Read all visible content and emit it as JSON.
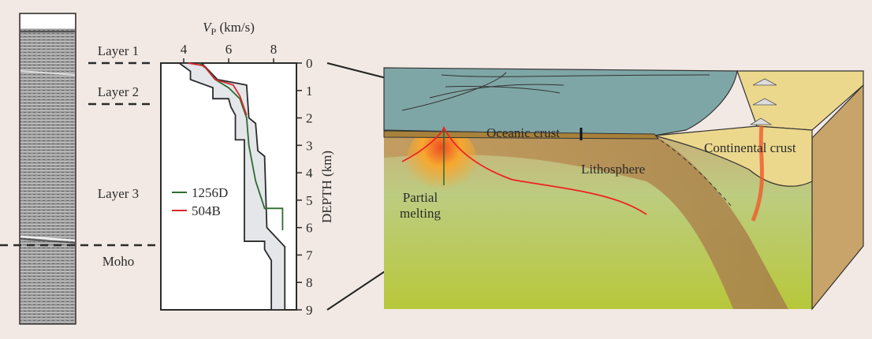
{
  "layer_labels": {
    "layer1": "Layer 1",
    "layer2": "Layer 2",
    "layer3": "Layer 3",
    "moho": "Moho"
  },
  "diagram_labels": {
    "oceanic_crust": "Oceanic crust",
    "continental_crust": "Continental crust",
    "lithosphere": "Lithosphere",
    "partial_melting_1": "Partial",
    "partial_melting_2": "melting"
  },
  "colors": {
    "background": "#f2e9e4",
    "ocean": "#7fa6a6",
    "oceanic_crust": "#a8813a",
    "lithosphere": "#c4975e",
    "mantle": "#b9cc78",
    "continental": "#ecd88c",
    "series_1256D": "#2e6b2e",
    "series_504B": "#d42a2a",
    "envelope": "#e4e6ea"
  },
  "chart_data": {
    "type": "line",
    "title": "",
    "xlabel": "V",
    "xlabel_sub": "P",
    "xlabel_units": " (km/s)",
    "ylabel": "DEPTH (km)",
    "xlim": [
      3,
      9
    ],
    "ylim": [
      0,
      9
    ],
    "x_ticks": [
      "4",
      "6",
      "8"
    ],
    "x_tick_values": [
      4,
      6,
      8
    ],
    "y_ticks": [
      "0",
      "1",
      "2",
      "3",
      "4",
      "5",
      "6",
      "7",
      "8",
      "9"
    ],
    "y_tick_values": [
      0,
      1,
      2,
      3,
      4,
      5,
      6,
      7,
      8,
      9
    ],
    "legend": [
      "1256D",
      "504B"
    ],
    "legend_position": "center-left",
    "envelope": {
      "left": [
        [
          3.8,
          0
        ],
        [
          4.3,
          0.3
        ],
        [
          4.3,
          0.6
        ],
        [
          5.3,
          0.9
        ],
        [
          5.3,
          1.3
        ],
        [
          6.0,
          1.3
        ],
        [
          6.1,
          1.6
        ],
        [
          6.3,
          1.9
        ],
        [
          6.3,
          2.8
        ],
        [
          6.7,
          2.8
        ],
        [
          6.7,
          6.5
        ],
        [
          7.6,
          6.5
        ],
        [
          7.6,
          6.8
        ],
        [
          7.9,
          7.2
        ],
        [
          7.9,
          9
        ]
      ],
      "right": [
        [
          4.8,
          0
        ],
        [
          5.5,
          0.6
        ],
        [
          6.8,
          0.8
        ],
        [
          6.9,
          2.0
        ],
        [
          7.2,
          2.2
        ],
        [
          7.3,
          3.2
        ],
        [
          7.6,
          3.4
        ],
        [
          7.7,
          6.0
        ],
        [
          8.5,
          6.7
        ],
        [
          8.5,
          9
        ]
      ]
    },
    "series": [
      {
        "name": "1256D",
        "points": [
          [
            4.7,
            0
          ],
          [
            5.0,
            0.2
          ],
          [
            5.4,
            0.6
          ],
          [
            6.0,
            0.9
          ],
          [
            6.5,
            1.3
          ],
          [
            6.8,
            2.0
          ],
          [
            6.9,
            3.0
          ],
          [
            7.2,
            4.3
          ],
          [
            7.6,
            5.3
          ],
          [
            8.4,
            5.3
          ],
          [
            8.4,
            6.1
          ]
        ]
      },
      {
        "name": "504B",
        "points": [
          [
            4.2,
            0
          ],
          [
            4.9,
            0.1
          ],
          [
            5.4,
            0.6
          ],
          [
            6.2,
            0.8
          ],
          [
            6.5,
            1.2
          ],
          [
            6.8,
            1.9
          ]
        ]
      }
    ],
    "boundaries": {
      "layer1_base": 0,
      "layer2_base": 1.5,
      "moho": 6.6
    }
  }
}
